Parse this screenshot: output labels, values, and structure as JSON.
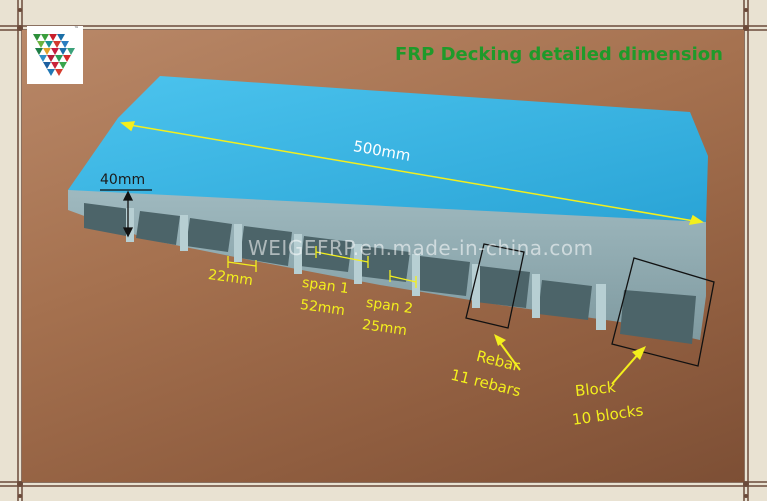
{
  "title": "FRP Decking detailed dimension",
  "watermark": "WEIGEFRP.en.made-in-china.com",
  "logo": {
    "icon": "triangle-mosaic-logo-icon",
    "mark": "™"
  },
  "dimensions": {
    "width": "500mm",
    "height": "40mm",
    "gap": "22mm",
    "span1_line1": "span 1",
    "span1_line2": "52mm",
    "span2_line1": "span 2",
    "span2_line2": "25mm"
  },
  "callouts": {
    "rebar_line1": "Rebar",
    "rebar_line2": "11 rebars",
    "block_line1": "Block",
    "block_line2": "10 blocks"
  },
  "colors": {
    "panel": "#39b6e4",
    "annotation": "#f3ef1d",
    "title": "#1f9a2a"
  }
}
